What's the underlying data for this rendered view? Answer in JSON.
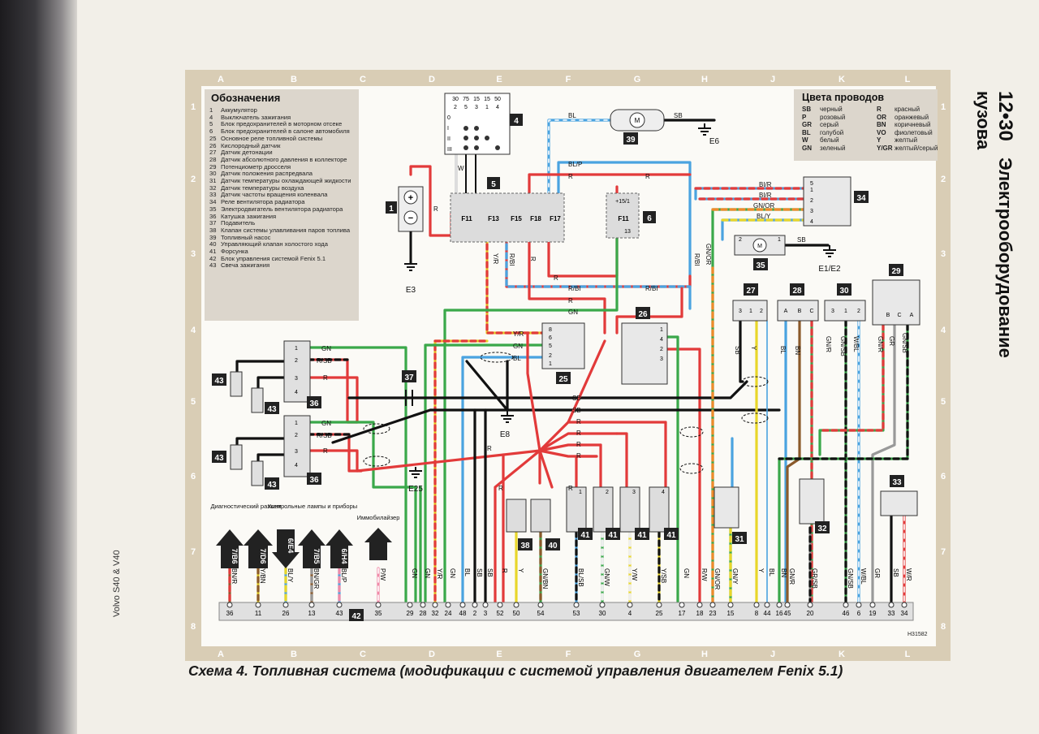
{
  "page": {
    "number": "12•30",
    "section_title": "Электрооборудование кузова",
    "side_footer": "Volvo S40 & V40",
    "caption": "Схема 4. Топливная система (модификации с системой управления двигателем Fenix 5.1)",
    "drawing_number": "H31582"
  },
  "grid": {
    "columns": [
      "A",
      "B",
      "C",
      "D",
      "E",
      "F",
      "G",
      "H",
      "J",
      "K",
      "L"
    ],
    "rows": [
      "1",
      "2",
      "3",
      "4",
      "5",
      "6",
      "7",
      "8"
    ]
  },
  "legend": {
    "title": "Обозначения",
    "items": [
      {
        "n": "1",
        "t": "Аккумулятор"
      },
      {
        "n": "4",
        "t": "Выключатель зажигания"
      },
      {
        "n": "5",
        "t": "Блок предохранителей в моторном отсеке"
      },
      {
        "n": "6",
        "t": "Блок предохранителей в салоне автомобиля"
      },
      {
        "n": "25",
        "t": "Основное реле топливной системы"
      },
      {
        "n": "26",
        "t": "Кислородный датчик"
      },
      {
        "n": "27",
        "t": "Датчик детонации"
      },
      {
        "n": "28",
        "t": "Датчик абсолютного давления в коллекторе"
      },
      {
        "n": "29",
        "t": "Потенциометр дросселя"
      },
      {
        "n": "30",
        "t": "Датчик положения распредвала"
      },
      {
        "n": "31",
        "t": "Датчик температуры охлаждающей жидкости"
      },
      {
        "n": "32",
        "t": "Датчик температуры воздуха"
      },
      {
        "n": "33",
        "t": "Датчик частоты вращения коленвала"
      },
      {
        "n": "34",
        "t": "Реле вентилятора радиатора"
      },
      {
        "n": "35",
        "t": "Электродвигатель вентилятора радиатора"
      },
      {
        "n": "36",
        "t": "Катушка зажигания"
      },
      {
        "n": "37",
        "t": "Подавитель"
      },
      {
        "n": "38",
        "t": "Клапан системы улавливания паров топлива"
      },
      {
        "n": "39",
        "t": "Топливный насос"
      },
      {
        "n": "40",
        "t": "Управляющий клапан холостого хода"
      },
      {
        "n": "41",
        "t": "Форсунка"
      },
      {
        "n": "42",
        "t": "Блок управления системой Fenix 5.1"
      },
      {
        "n": "43",
        "t": "Свеча зажигания"
      }
    ]
  },
  "wire_colors": {
    "title": "Цвета проводов",
    "items": [
      {
        "code": "SB",
        "name": "черный"
      },
      {
        "code": "R",
        "name": "красный"
      },
      {
        "code": "P",
        "name": "розовый"
      },
      {
        "code": "OR",
        "name": "оранжевый"
      },
      {
        "code": "GR",
        "name": "серый"
      },
      {
        "code": "BN",
        "name": "коричневый"
      },
      {
        "code": "BL",
        "name": "голубой"
      },
      {
        "code": "VO",
        "name": "фиолетовый"
      },
      {
        "code": "W",
        "name": "белый"
      },
      {
        "code": "Y",
        "name": "желтый"
      },
      {
        "code": "GN",
        "name": "зеленый"
      },
      {
        "code": "Y/GR",
        "name": "желтый/серый"
      }
    ]
  },
  "component_labels": {
    "c1": "1",
    "c4": "4",
    "c5": "5",
    "c6": "6",
    "c25": "25",
    "c26": "26",
    "c27": "27",
    "c28": "28",
    "c29": "29",
    "c30": "30",
    "c31": "31",
    "c32": "32",
    "c33": "33",
    "c34": "34",
    "c35": "35",
    "c36a": "36",
    "c36b": "36",
    "c37": "37",
    "c38": "38",
    "c39": "39",
    "c40": "40",
    "c41a": "41",
    "c41b": "41",
    "c41c": "41",
    "c41d": "41",
    "c42": "42",
    "c43a": "43",
    "c43b": "43",
    "c43c": "43",
    "c43d": "43"
  },
  "grounds": {
    "e1e2": "E1/E2",
    "e3": "E3",
    "e6": "E6",
    "e8": "E8",
    "e25": "E25"
  },
  "fuses": {
    "f11": "F11",
    "f13": "F13",
    "f15": "F15",
    "f18": "F18",
    "f17": "F17",
    "f11b": "F11",
    "p151": "+15/1",
    "p13": "13"
  },
  "ignition_switch": {
    "header": [
      "30",
      "75",
      "15",
      "15",
      "50"
    ],
    "sub": [
      "2",
      "5",
      "3",
      "1",
      "4"
    ],
    "rows": [
      "0",
      "I",
      "II",
      "III"
    ]
  },
  "connectors": {
    "diag_title": "Диагностический разъем",
    "lamps_title": "Контрольные лампы и приборы",
    "immob_title": "Иммобилайзер",
    "arrows": [
      "7/B6",
      "7/D6",
      "6/E4",
      "7/B5",
      "6/H4"
    ]
  },
  "ecu_pins": [
    {
      "wire": "BN/R",
      "pin": "36"
    },
    {
      "wire": "Y/BN",
      "pin": "11"
    },
    {
      "wire": "BL/Y",
      "pin": "26"
    },
    {
      "wire": "BN/GR",
      "pin": "13"
    },
    {
      "wire": "BL/P",
      "pin": "43"
    },
    {
      "wire": "P/W",
      "pin": "35"
    },
    {
      "wire": "GN",
      "pin": "29"
    },
    {
      "wire": "GN",
      "pin": "28"
    },
    {
      "wire": "Y/R",
      "pin": "32"
    },
    {
      "wire": "GN",
      "pin": "24"
    },
    {
      "wire": "BL",
      "pin": "48"
    },
    {
      "wire": "SB",
      "pin": "2"
    },
    {
      "wire": "SB",
      "pin": "3"
    },
    {
      "wire": "R",
      "pin": "52"
    },
    {
      "wire": "Y",
      "pin": "50"
    },
    {
      "wire": "GN/BN",
      "pin": "54"
    },
    {
      "wire": "BL/SB",
      "pin": "53"
    },
    {
      "wire": "GN/W",
      "pin": "30"
    },
    {
      "wire": "Y/W",
      "pin": "4"
    },
    {
      "wire": "Y/SB",
      "pin": "25"
    },
    {
      "wire": "GN",
      "pin": "17"
    },
    {
      "wire": "R/W",
      "pin": "18"
    },
    {
      "wire": "GN/OR",
      "pin": "23"
    },
    {
      "wire": "GN/Y",
      "pin": "15"
    },
    {
      "wire": "Y",
      "pin": "8"
    },
    {
      "wire": "BL",
      "pin": "44"
    },
    {
      "wire": "BN",
      "pin": "16"
    },
    {
      "wire": "GN/R",
      "pin": "45"
    },
    {
      "wire": "GR/SB",
      "pin": "20"
    },
    {
      "wire": "GN/SB",
      "pin": "46"
    },
    {
      "wire": "W/BL",
      "pin": "6"
    },
    {
      "wire": "GR",
      "pin": "19"
    },
    {
      "wire": "SB",
      "pin": "33"
    },
    {
      "wire": "W/R",
      "pin": "34"
    }
  ],
  "wire_labels": {
    "bl_top": "BL",
    "sb_top": "SB",
    "blp": "BL/P",
    "r_top1": "R",
    "r_top2": "R",
    "w": "W",
    "r_c1": "R",
    "bir1": "BI/R",
    "bir2": "BI/R",
    "gnor_34": "GN/OR",
    "bly_34": "BL/Y",
    "sb_35": "SB",
    "yr_v": "Y/R",
    "rbl_v": "R/BI",
    "r_v": "R",
    "rbl_v2": "R/BI",
    "gnor_v": "GN/OR",
    "r_h1": "R",
    "rbl_h": "R/BI",
    "rbl_h2": "R/BI",
    "r_h2": "R",
    "gn_h": "GN",
    "yr_25": "Y/R",
    "gn_25": "GN",
    "bl_25": "BL",
    "gn_36a": "GN",
    "rsb_36a": "R/SB",
    "r_36a": "R",
    "gn_36b": "GN",
    "rsb_36b": "R/SB",
    "r_36b": "R",
    "sb_h1": "SB",
    "sb_h2": "SB",
    "r_fan1": "R",
    "r_fan2": "R",
    "r_fan3": "R",
    "r_fan4": "R",
    "r_fan5": "R",
    "r_fan6": "R",
    "sb_27": "SB",
    "y_27": "Y",
    "bl_28": "BL",
    "bn_28": "BN",
    "gnr_28": "GN/R",
    "gnsb_30": "GN/SB",
    "wbl_30": "W/BL",
    "gnr_29": "GN/R",
    "gr_29": "GR",
    "gnsb_29": "GN/SB",
    "r_38": "R"
  },
  "connector_pins": {
    "c34": [
      "5",
      "1",
      "2",
      "3",
      "4"
    ],
    "c36": [
      "1",
      "2",
      "3",
      "4"
    ],
    "c25": [
      "8",
      "6",
      "5",
      "2",
      "1"
    ],
    "c27": [
      "3",
      "1",
      "2"
    ],
    "c28": [
      "A",
      "B",
      "C"
    ],
    "c30": [
      "3",
      "1",
      "2"
    ],
    "c29": [
      "B",
      "C",
      "A"
    ],
    "c26": [
      "1",
      "4",
      "2",
      "3"
    ],
    "c35": [
      "2",
      "1"
    ],
    "c41": [
      "1",
      "2",
      "3",
      "4"
    ]
  }
}
